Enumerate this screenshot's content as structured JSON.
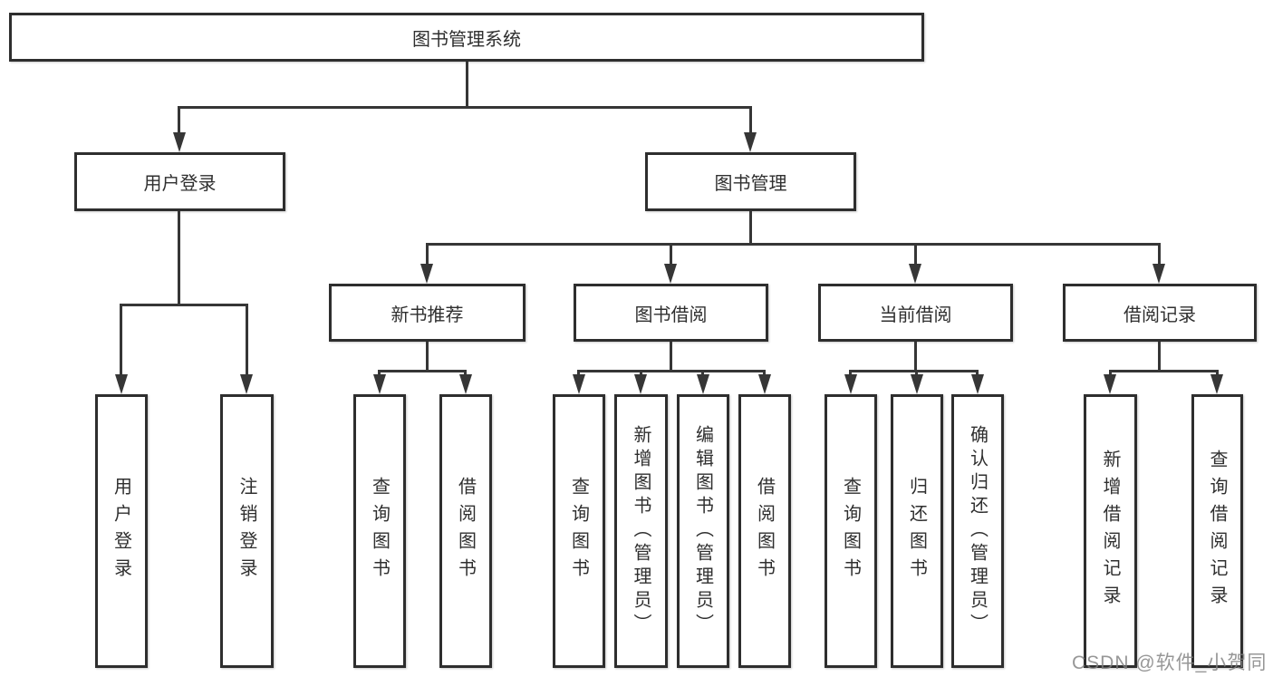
{
  "diagram": {
    "root": {
      "label": "图书管理系统"
    },
    "level2": [
      {
        "label": "用户登录"
      },
      {
        "label": "图书管理"
      }
    ],
    "level3": [
      {
        "label": "新书推荐"
      },
      {
        "label": "图书借阅"
      },
      {
        "label": "当前借阅"
      },
      {
        "label": "借阅记录"
      }
    ],
    "leaves": {
      "user_login": [
        "用户登录",
        "注销登录"
      ],
      "new_book_recommend": [
        "查询图书",
        "借阅图书"
      ],
      "book_borrowing": [
        "查询图书",
        "新增图书（管理员）",
        "编辑图书（管理员）",
        "借阅图书"
      ],
      "current_borrowing": [
        "查询图书",
        "归还图书",
        "确认归还（管理员）"
      ],
      "borrowing_records": [
        "新增借阅记录",
        "查询借阅记录"
      ]
    },
    "watermark": "CSDN @软件_小贺同学",
    "colors": {
      "border": "#2e2e2e",
      "line": "#363636",
      "text": "#2f2f2f",
      "watermark": "#808080",
      "background": "#ffffff"
    }
  }
}
